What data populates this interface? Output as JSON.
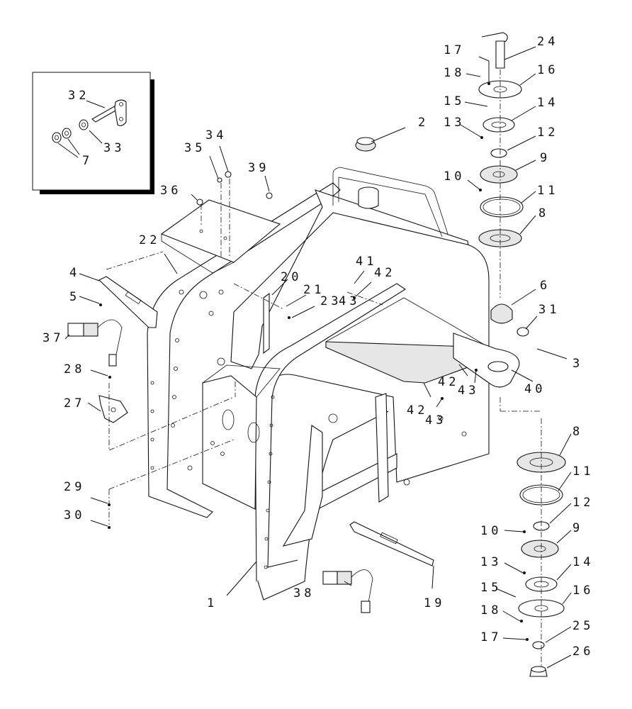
{
  "colors": {
    "ink": "#111111",
    "paper": "#ffffff",
    "shade": "#e6e6e6",
    "inset_shadow": "#000000"
  },
  "inset": {
    "callouts": {
      "c32": "32",
      "c33": "33",
      "c7": "7"
    }
  },
  "callouts": {
    "c1": "1",
    "c2": "2",
    "c3": "3",
    "c4": "4",
    "c5": "5",
    "c6": "6",
    "c8a": "8",
    "c8b": "8",
    "c9a": "9",
    "c9b": "9",
    "c10a": "10",
    "c10b": "10",
    "c11a": "11",
    "c11b": "11",
    "c12a": "12",
    "c12b": "12",
    "c13a": "13",
    "c13b": "13",
    "c14a": "14",
    "c14b": "14",
    "c15a": "15",
    "c15b": "15",
    "c16a": "16",
    "c16b": "16",
    "c17a": "17",
    "c17b": "17",
    "c18a": "18",
    "c18b": "18",
    "c19": "19",
    "c20": "20",
    "c21": "21",
    "c22": "22",
    "c23": "23",
    "c24": "24",
    "c25": "25",
    "c26": "26",
    "c27": "27",
    "c28": "28",
    "c29": "29",
    "c30": "30",
    "c31": "31",
    "c34": "34",
    "c35": "35",
    "c36": "36",
    "c37": "37",
    "c38": "38",
    "c39": "39",
    "c40": "40",
    "c41": "41",
    "c42a": "42",
    "c42b": "42",
    "c42c": "42",
    "c43a": "43",
    "c43b": "43",
    "c43c": "43"
  }
}
